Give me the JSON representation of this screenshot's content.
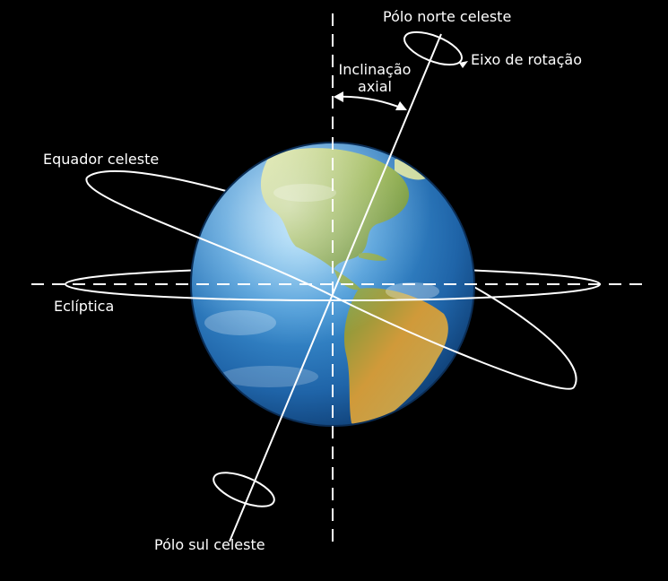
{
  "labels": {
    "north_pole": "Pólo norte celeste",
    "rotation_axis": "Eixo de rotação",
    "axial_tilt_line1": "Inclinação",
    "axial_tilt_line2": "axial",
    "celestial_equator": "Equador celeste",
    "ecliptic": "Eclíptica",
    "south_pole": "Pólo sul celeste"
  },
  "colors": {
    "background": "#000000",
    "lines": "#ffffff",
    "ocean": "#2f7fc4",
    "land": "#6f9a3a",
    "desert": "#c99a3c"
  }
}
